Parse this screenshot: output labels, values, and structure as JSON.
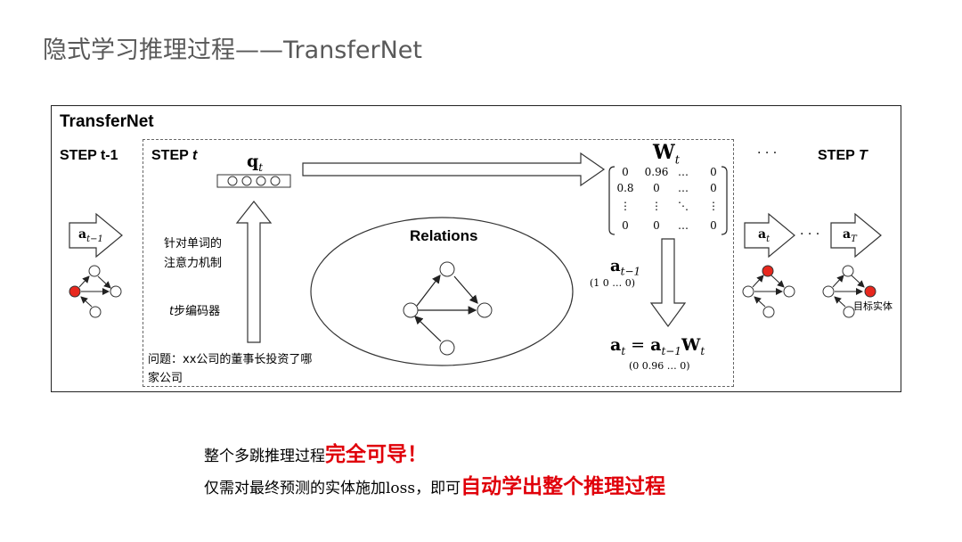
{
  "slide": {
    "title": "隐式学习推理过程——TransferNet"
  },
  "figure": {
    "title": "TransferNet",
    "step_prev": "STEP t-1",
    "step_cur_prefix": "STEP ",
    "step_cur_var": "t",
    "step_last_prefix": "STEP ",
    "step_last_var": "T",
    "top_ellipsis": "· · ·",
    "mid_ellipsis": "· · ·",
    "q_label": "q",
    "q_sub": "t",
    "W_label": "W",
    "W_sub": "t",
    "matrix_rows": [
      [
        "0",
        "0.96",
        "…",
        "0"
      ],
      [
        "0.8",
        "0",
        "…",
        "0"
      ],
      [
        "⋮",
        "⋮",
        "⋱",
        "⋮"
      ],
      [
        "0",
        "0",
        "…",
        "0"
      ]
    ],
    "attention_label_line1": "针对单词的",
    "attention_label_line2": "注意力机制",
    "encoder_label_var": "t",
    "encoder_label": "步编码器",
    "question_line1": "问题：xx公司的董事长投资了哪",
    "question_line2": "家公司",
    "relations_label": "Relations",
    "a_prev_label": "a",
    "a_prev_sub": "t−1",
    "a_prev_vector": "(1   0   …   0)",
    "update_lhs_a": "a",
    "update_lhs_sub": "t",
    "update_eq": " = ",
    "update_a": "a",
    "update_a_sub": "t−1",
    "update_W": "W",
    "update_W_sub": "t",
    "a_t_vector": "(0   0.96   …   0)",
    "arrow_prev_a": "a",
    "arrow_prev_sub": "t−1",
    "arrow_t_a": "a",
    "arrow_t_sub": "t",
    "arrow_T_a": "a",
    "arrow_T_sub": "T",
    "target_entity_label": "目标实体",
    "colors": {
      "highlight_node": "#e8281e",
      "node_fill": "#ffffff",
      "stroke": "#333333"
    }
  },
  "notes": {
    "line1_prefix": "整个多跳推理过程",
    "line1_emph": "完全可导！",
    "line2_prefix": "仅需对最终预测的实体施加loss，即可",
    "line2_emph": "自动学出整个推理过程"
  }
}
